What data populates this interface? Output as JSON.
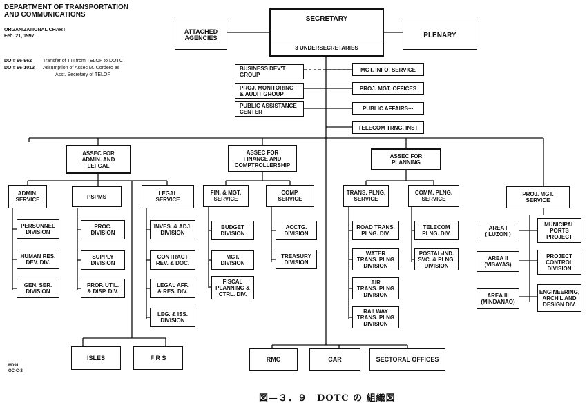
{
  "header": {
    "line1": "DEPARTMENT OF TRANSPORTATION",
    "line2": "AND COMMUNICATIONS",
    "chart_title": "ORGANIZATIONAL CHART",
    "date": "Feb. 21, 1997",
    "do1_num": "DO # 96-962",
    "do1_text": "Transfer of TTI from TELOF to DOTC",
    "do2_num": "DO # 96-1013",
    "do2_text": "Assumption of  Assec M. Cordero as",
    "do2_text2": "Asst. Secretary of TELOF"
  },
  "top": {
    "secretary": "SECRETARY",
    "undersecretaries": "3 UNDERSECRETARIES",
    "attached": "ATTACHED\nAGENCIES",
    "plenary": "PLENARY"
  },
  "staff_left": [
    "BUSINESS DEV'T\nGROUP",
    "PROJ. MONITORING\n& AUDIT GROUP",
    "PUBLIC ASSISTANCE\nCENTER"
  ],
  "staff_right": [
    "MGT. INFO. SERVICE",
    "PROJ. MGT. OFFICES",
    "PUBLIC AFFAIRS···",
    "TELECOM TRNG. INST"
  ],
  "assec": [
    "ASSEC FOR\nADMIN. AND\nLEFGAL",
    "ASSEC FOR\nFINANCE AND\nCOMPTROLLERSHIP",
    "ASSEC FOR\nPLANNING"
  ],
  "services": {
    "admin": "ADMIN.\nSERVICE",
    "pspms": "PSPMS",
    "legal": "LEGAL\nSERVICE",
    "finmgt": "FIN. & MGT.\nSERVICE",
    "comp": "COMP.\nSERVICE",
    "trans": "TRANS. PLNG.\nSERVICE",
    "comm": "COMM. PLNG.\nSERVICE",
    "projmgt": "PROJ. MGT.\nSERVICE"
  },
  "divisions": {
    "admin": [
      "PERSONNEL\nDIVISION",
      "HUMAN RES.\nDEV. DIV.",
      "GEN. SER.\nDIVISION"
    ],
    "pspms": [
      "PROC.\nDIVISION",
      "SUPPLY\nDIVISION",
      "PROP. UTIL.\n& DISP. DIV."
    ],
    "legal": [
      "INVES. & ADJ.\nDIVISION",
      "CONTRACT\nREV. & DOC.",
      "LEGAL AFF.\n& RES. DIV.",
      "LEG. & ISS.\nDIVISION"
    ],
    "finmgt": [
      "BUDGET\nDIVISION",
      "MGT.\nDIVISION",
      "FISCAL\nPLANNING &\nCTRL. DIV."
    ],
    "comp": [
      "ACCTG.\nDIVISION",
      "TREASURY\nDIVISION"
    ],
    "trans": [
      "ROAD TRANS.\nPLNG. DIV.",
      "WATER\nTRANS. PLNG\nDIVISION",
      "AIR\nTRANS. PLNG\nDIVISION",
      "RAILWAY\nTRANS. PLNG\nDIVISION"
    ],
    "comm": [
      "TELECOM\nPLNG. DIV.",
      "POSTAL-IND.\nSVC. & PLNG.\nDIVISION"
    ],
    "areas": [
      "AREA I\n( LUZON )",
      "AREA II\n(VISAYAS)",
      "AREA III\n(MINDANAO)"
    ],
    "projects": [
      "MUNICIPAL\nPORTS\nPROJECT",
      "PROJECT\nCONTROL\nDIVISION",
      "ENGINEERING,\nARCH'L AND\nDESIGN DIV."
    ]
  },
  "bottom": [
    "ISLES",
    "F R S",
    "RMC",
    "CAR",
    "SECTORAL OFFICES"
  ],
  "footer": {
    "code1": "M091",
    "code2": "OC-C-2",
    "caption": "図—３．９　DOTC の 組織図"
  }
}
